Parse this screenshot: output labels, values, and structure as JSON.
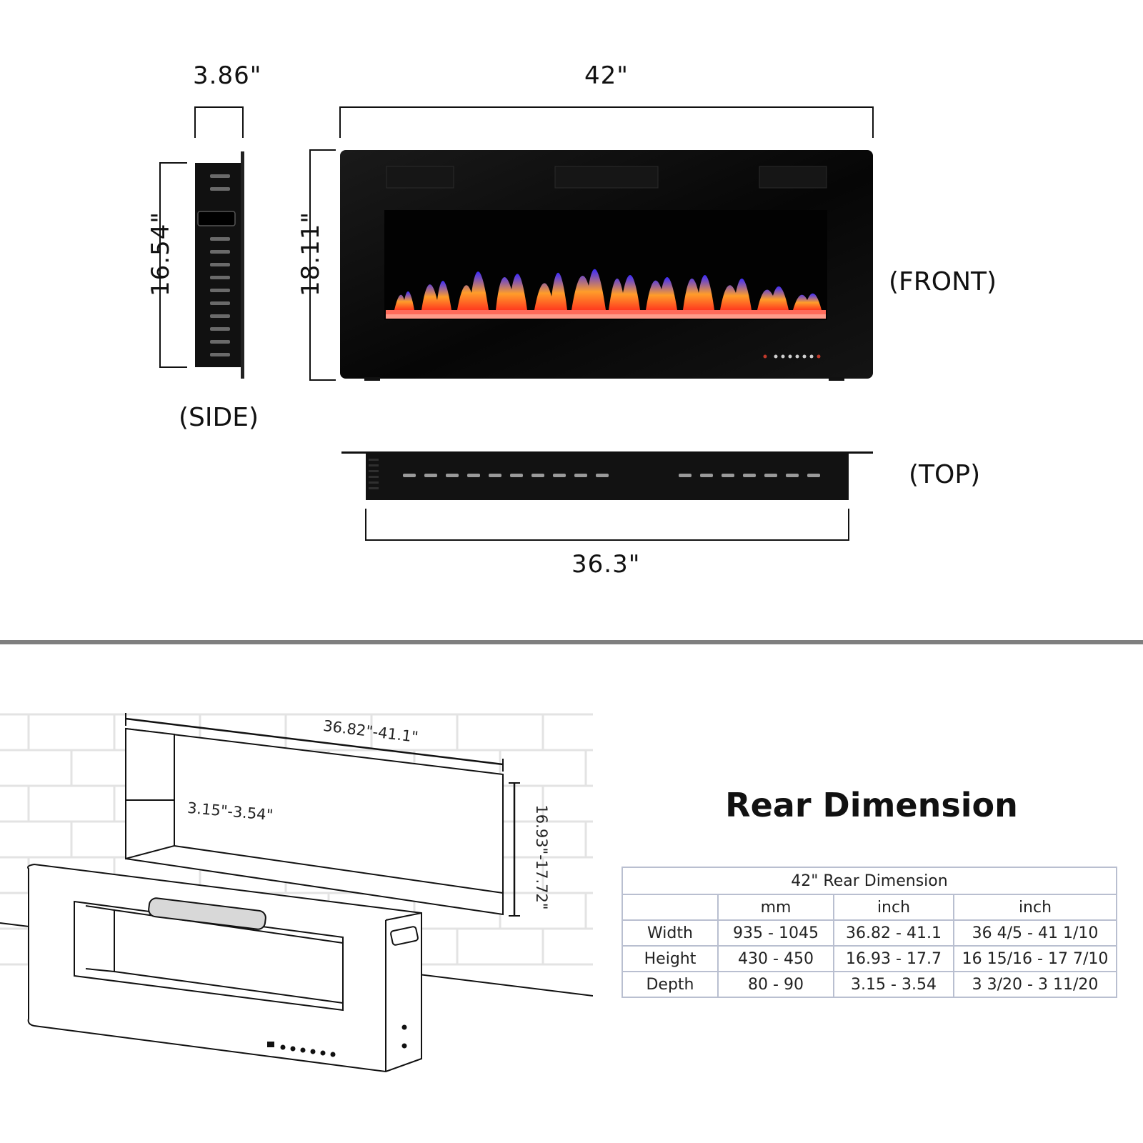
{
  "top_section": {
    "side_view": {
      "label": "(SIDE)",
      "depth": "3.86\"",
      "height": "16.54\""
    },
    "front_view": {
      "label": "(FRONT)",
      "width": "42\"",
      "height": "18.11\""
    },
    "top_view": {
      "label": "(TOP)",
      "width": "36.3\""
    }
  },
  "wall_diagram": {
    "recess_width": "36.82\"-41.1\"",
    "recess_depth": "3.15\"-3.54\"",
    "recess_height": "16.93\"-17.72\""
  },
  "rear_dimension": {
    "title": "Rear Dimension",
    "table": {
      "caption": "42\" Rear Dimension",
      "headers": [
        "",
        "mm",
        "inch",
        "inch"
      ],
      "rows": [
        [
          "Width",
          "935 - 1045",
          "36.82 - 41.1",
          "36 4/5 - 41 1/10"
        ],
        [
          "Height",
          "430 - 450",
          "16.93 - 17.7",
          "16 15/16 - 17 7/10"
        ],
        [
          "Depth",
          "80 - 90",
          "3.15 - 3.54",
          "3 3/20 - 3 11/20"
        ]
      ]
    }
  },
  "colors": {
    "divider": "#7f7f7f",
    "table_border": "#b9bfd0",
    "fireplace_body": "#0b0b0b"
  }
}
